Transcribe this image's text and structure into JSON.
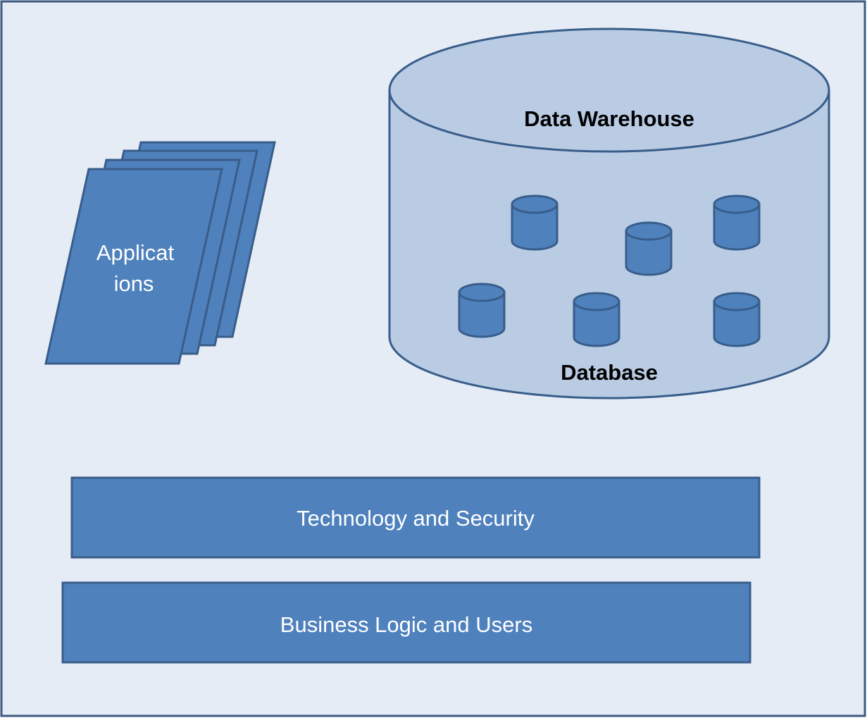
{
  "colors": {
    "background": "#e6ecf5",
    "frame_border": "#3c5a82",
    "shape_fill": "#4f81bd",
    "shape_stroke": "#385d8a",
    "warehouse_fill": "#b9cce4",
    "label_light": "#ffffff",
    "label_dark": "#000000"
  },
  "applications": {
    "label_line1": "Applicat",
    "label_line2": "ions",
    "stack_count": 4,
    "icon": "document-stack-icon"
  },
  "data_warehouse": {
    "title": "Data Warehouse",
    "subtitle": "Database",
    "database_count": 6,
    "icon": "database-cylinder-icon"
  },
  "layers": [
    {
      "label": "Technology and Security"
    },
    {
      "label": "Business Logic and Users"
    }
  ]
}
